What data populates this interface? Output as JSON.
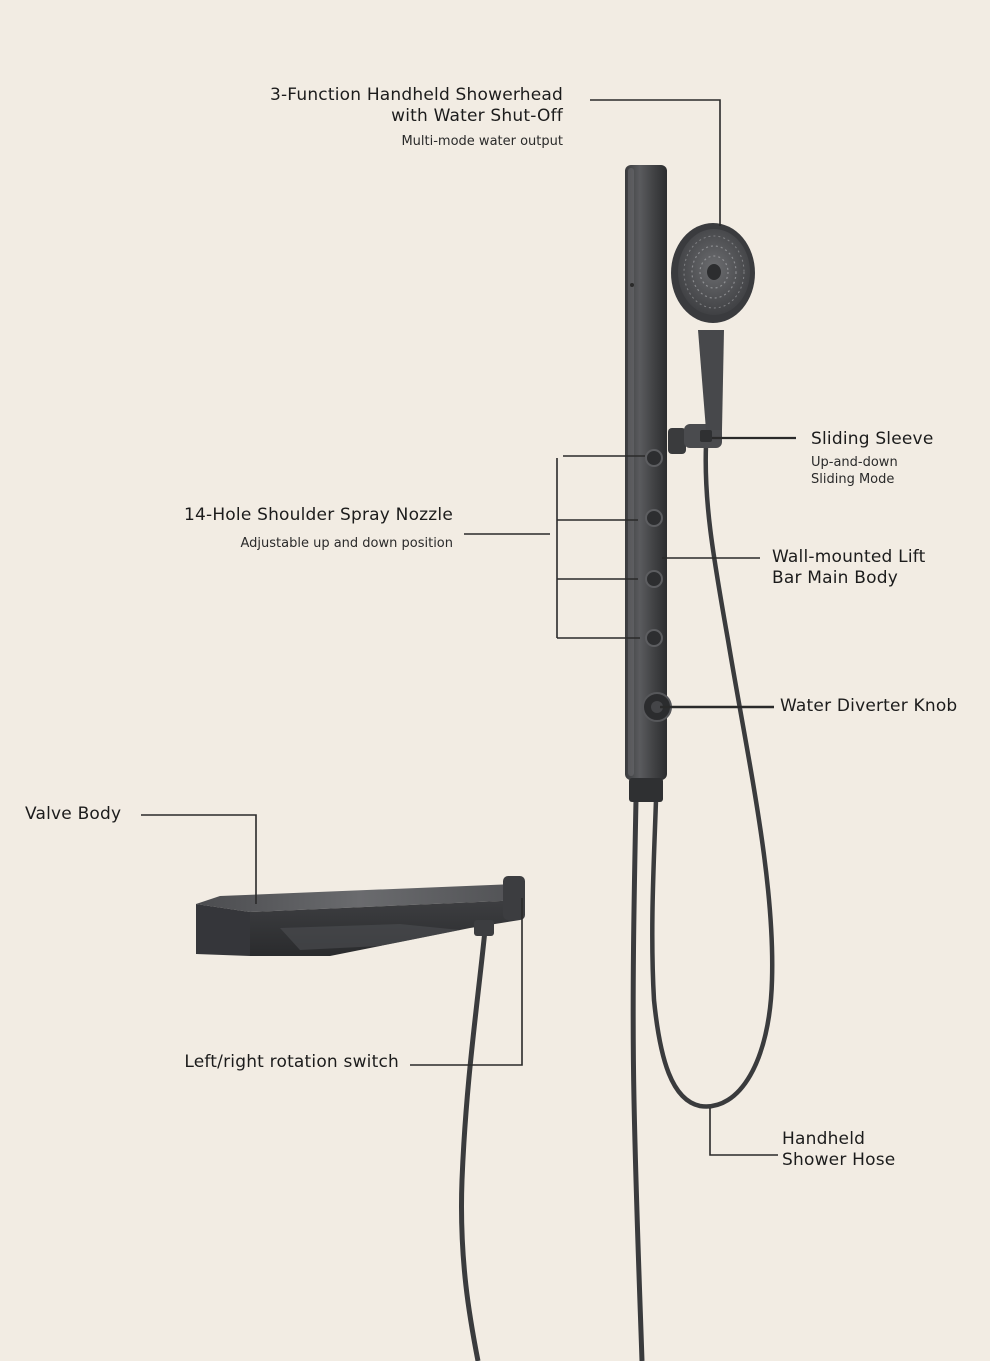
{
  "callouts": {
    "handheld_showerhead": {
      "title_line1": "3-Function Handheld Showerhead",
      "title_line2": "with Water Shut-Off",
      "subtitle": "Multi-mode water output"
    },
    "sliding_sleeve": {
      "title": "Sliding Sleeve",
      "subtitle_line1": "Up-and-down",
      "subtitle_line2": "Sliding Mode"
    },
    "shoulder_spray": {
      "title": "14-Hole Shoulder Spray Nozzle",
      "subtitle": "Adjustable up and down position"
    },
    "lift_bar": {
      "title_line1": "Wall-mounted Lift",
      "title_line2": "Bar Main Body"
    },
    "diverter_knob": {
      "title": "Water Diverter Knob"
    },
    "valve_body": {
      "title": "Valve Body"
    },
    "rotation_switch": {
      "title": "Left/right rotation switch"
    },
    "shower_hose": {
      "title_line1": "Handheld",
      "title_line2": "Shower Hose"
    }
  },
  "colors": {
    "background": "#f2ece3",
    "fixture": "#4a4b4d",
    "fixture_dark": "#2f3032",
    "leader_line": "#2a2a2a"
  }
}
